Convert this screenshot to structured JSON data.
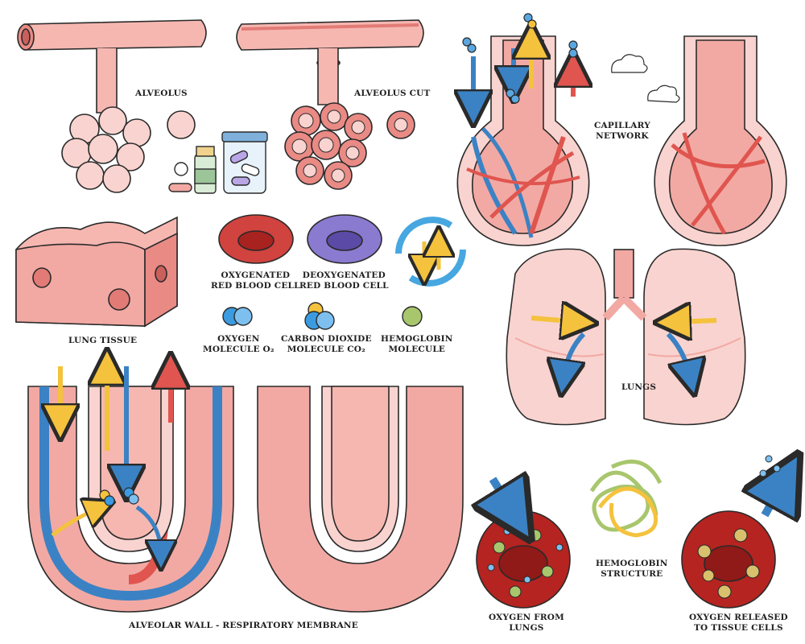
{
  "labels": {
    "alveolus": "ALVEOLUS",
    "alveolus_cut": "ALVEOLUS CUT",
    "capillary_network_1": "CAPILLARY",
    "capillary_network_2": "NETWORK",
    "lung_tissue": "LUNG TISSUE",
    "oxygenated_1": "OXYGENATED",
    "oxygenated_2": "RED BLOOD CELL",
    "deoxygenated_1": "DEOXYGENATED",
    "deoxygenated_2": "RED BLOOD CELL",
    "oxygen_1": "OXYGEN",
    "oxygen_2": "MOLECULE O₂",
    "co2_1": "CARBON DIOXIDE",
    "co2_2": "MOLECULE CO₂",
    "hemoglobin_1": "HEMOGLOBIN",
    "hemoglobin_2": "MOLECULE",
    "lungs": "LUNGS",
    "hemoglobin_structure_1": "HEMOGLOBIN",
    "hemoglobin_structure_2": "STRUCTURE",
    "oxygen_from_1": "OXYGEN FROM",
    "oxygen_from_2": "LUNGS",
    "oxygen_released_1": "OXYGEN RELEASED",
    "oxygen_released_2": "TO TISSUE CELLS",
    "alveolar_wall": "ALVEOLAR WALL - RESPIRATORY MEMBRANE"
  },
  "colors": {
    "pink_light": "#f9d3cf",
    "pink_mid": "#f2a9a3",
    "pink_dark": "#e27b76",
    "blood_red": "#c8302c",
    "vein_blue": "#3b82c4",
    "arrow_yellow": "#f4c23c",
    "co2_purple": "#7b68c2",
    "hemoglobin_green": "#a8c66c",
    "outline": "#2a2a2a"
  }
}
